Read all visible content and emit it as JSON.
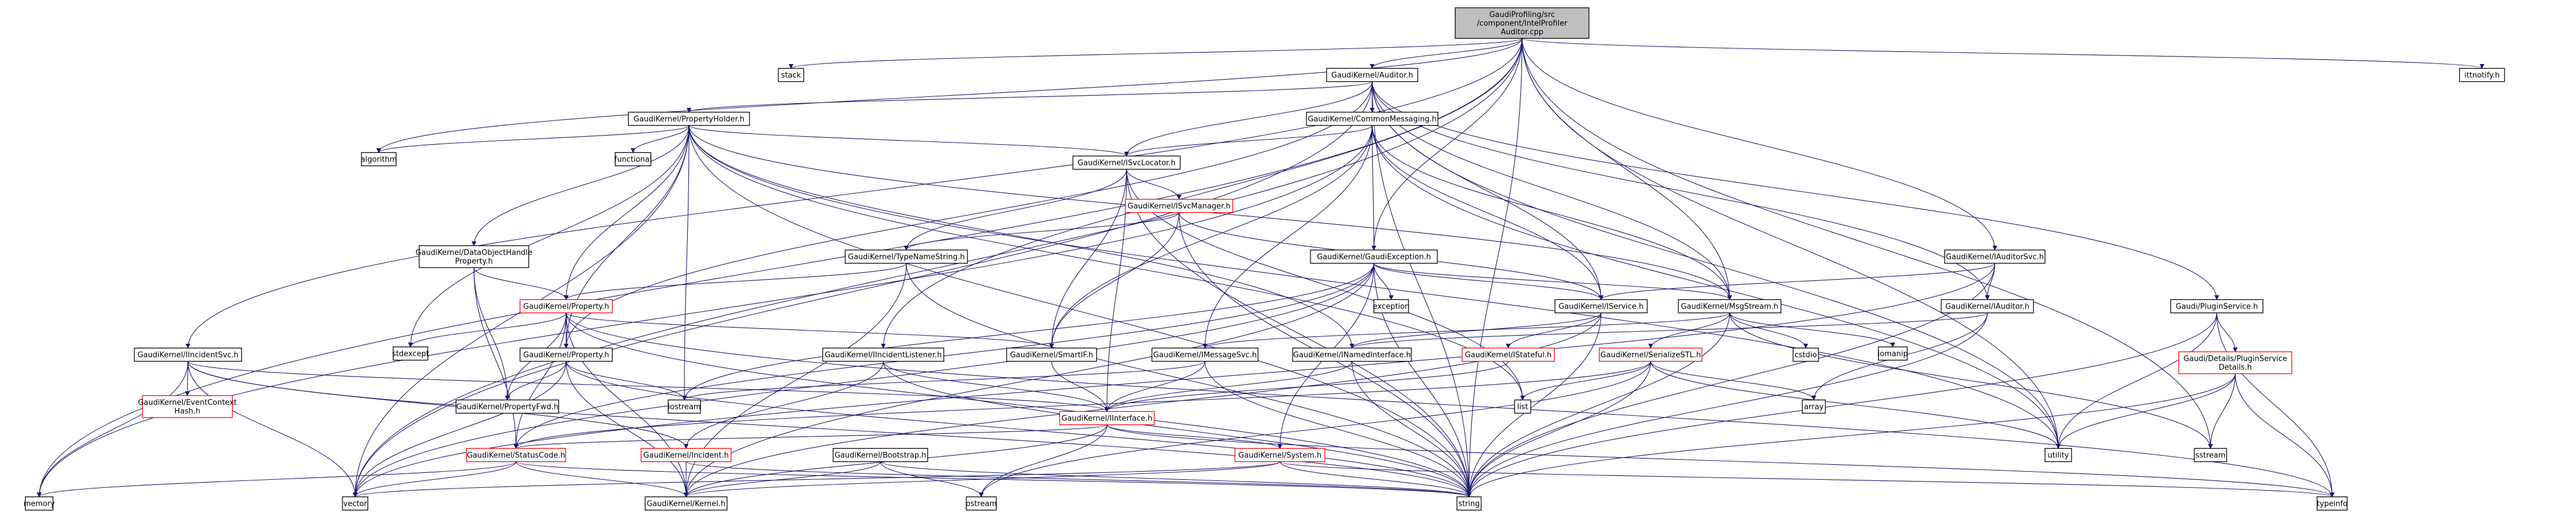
{
  "diagram": {
    "colors": {
      "edge": "#191970",
      "root_fill": "#bfbfbf",
      "truncated_border": "#ff0000",
      "node_border": "#000000"
    },
    "nodes": [
      {
        "id": "root",
        "lines": [
          "GaudiProfiling/src",
          "/component/IntelProfiler",
          "Auditor.cpp"
        ],
        "kind": "root"
      },
      {
        "id": "stack",
        "lines": [
          "stack"
        ]
      },
      {
        "id": "gk_auditor_h",
        "lines": [
          "GaudiKernel/Auditor.h"
        ]
      },
      {
        "id": "ittnotify_h",
        "lines": [
          "ittnotify.h"
        ]
      },
      {
        "id": "gk_propertyholder_h",
        "lines": [
          "GaudiKernel/PropertyHolder.h"
        ]
      },
      {
        "id": "gk_commonmessaging_h",
        "lines": [
          "GaudiKernel/CommonMessaging.h"
        ]
      },
      {
        "id": "algorithm",
        "lines": [
          "algorithm"
        ]
      },
      {
        "id": "functional",
        "lines": [
          "functional"
        ]
      },
      {
        "id": "gk_isvclocator_h",
        "lines": [
          "GaudiKernel/ISvcLocator.h"
        ]
      },
      {
        "id": "gk_isvcmanager_h",
        "lines": [
          "GaudiKernel/ISvcManager.h"
        ],
        "kind": "trunc"
      },
      {
        "id": "gk_dataobjecthandleproperty_h",
        "lines": [
          "GaudiKernel/DataObjectHandle",
          "Property.h"
        ]
      },
      {
        "id": "gk_typenamestring_h",
        "lines": [
          "GaudiKernel/TypeNameString.h"
        ]
      },
      {
        "id": "gk_gaudiexception_h",
        "lines": [
          "GaudiKernel/GaudiException.h"
        ]
      },
      {
        "id": "gk_iauditorsvc_h",
        "lines": [
          "GaudiKernel/IAuditorSvc.h"
        ]
      },
      {
        "id": "gk_property_red_h",
        "lines": [
          "GaudiKernel/Property.h"
        ],
        "kind": "trunc"
      },
      {
        "id": "gk_iservice_h",
        "lines": [
          "GaudiKernel/IService.h"
        ]
      },
      {
        "id": "gk_msgstream_h",
        "lines": [
          "GaudiKernel/MsgStream.h"
        ]
      },
      {
        "id": "gk_iauditor_h",
        "lines": [
          "GaudiKernel/IAuditor.h"
        ]
      },
      {
        "id": "gaudi_pluginservice_h",
        "lines": [
          "Gaudi/PluginService.h"
        ]
      },
      {
        "id": "exception",
        "lines": [
          "exception"
        ]
      },
      {
        "id": "stdexcept",
        "lines": [
          "stdexcept"
        ]
      },
      {
        "id": "gk_iincidentsvc_h",
        "lines": [
          "GaudiKernel/IIncidentSvc.h"
        ]
      },
      {
        "id": "gk_property_h",
        "lines": [
          "GaudiKernel/Property.h"
        ]
      },
      {
        "id": "gk_smartif_h",
        "lines": [
          "GaudiKernel/SmartIF.h"
        ]
      },
      {
        "id": "gk_iincidentlistener_h",
        "lines": [
          "GaudiKernel/IIncidentListener.h"
        ]
      },
      {
        "id": "gk_imessagesvc_h",
        "lines": [
          "GaudiKernel/IMessageSvc.h"
        ]
      },
      {
        "id": "gk_inamedinterface_h",
        "lines": [
          "GaudiKernel/INamedInterface.h"
        ]
      },
      {
        "id": "gk_istateful_h",
        "lines": [
          "GaudiKernel/IStateful.h"
        ],
        "kind": "trunc"
      },
      {
        "id": "gk_serializestl_h",
        "lines": [
          "GaudiKernel/SerializeSTL.h"
        ],
        "kind": "trunc"
      },
      {
        "id": "cstdio",
        "lines": [
          "cstdio"
        ]
      },
      {
        "id": "iomanip",
        "lines": [
          "iomanip"
        ]
      },
      {
        "id": "gaudi_details_pluginservicedetails_h",
        "lines": [
          "Gaudi/Details/PluginService",
          "Details.h"
        ],
        "kind": "trunc"
      },
      {
        "id": "gk_eventcontexthash_h",
        "lines": [
          "GaudiKernel/EventContext",
          "Hash.h"
        ],
        "kind": "trunc"
      },
      {
        "id": "gk_propertyfwd_h",
        "lines": [
          "GaudiKernel/PropertyFwd.h"
        ]
      },
      {
        "id": "iostream",
        "lines": [
          "iostream"
        ]
      },
      {
        "id": "gk_iinterface_h",
        "lines": [
          "GaudiKernel/IInterface.h"
        ],
        "kind": "trunc"
      },
      {
        "id": "list",
        "lines": [
          "list"
        ]
      },
      {
        "id": "array",
        "lines": [
          "array"
        ]
      },
      {
        "id": "utility",
        "lines": [
          "utility"
        ]
      },
      {
        "id": "sstream",
        "lines": [
          "sstream"
        ]
      },
      {
        "id": "gk_statuscode_h",
        "lines": [
          "GaudiKernel/StatusCode.h"
        ],
        "kind": "trunc"
      },
      {
        "id": "gk_incident_h",
        "lines": [
          "GaudiKernel/Incident.h"
        ],
        "kind": "trunc"
      },
      {
        "id": "gk_bootstrap_h",
        "lines": [
          "GaudiKernel/Bootstrap.h"
        ]
      },
      {
        "id": "gk_system_h",
        "lines": [
          "GaudiKernel/System.h"
        ],
        "kind": "trunc"
      },
      {
        "id": "memory",
        "lines": [
          "memory"
        ]
      },
      {
        "id": "vector",
        "lines": [
          "vector"
        ]
      },
      {
        "id": "gk_kernel_h",
        "lines": [
          "GaudiKernel/Kernel.h"
        ]
      },
      {
        "id": "ostream",
        "lines": [
          "ostream"
        ]
      },
      {
        "id": "string",
        "lines": [
          "string"
        ]
      },
      {
        "id": "typeinfo",
        "lines": [
          "typeinfo"
        ]
      }
    ],
    "edges": [
      [
        "root",
        "stack"
      ],
      [
        "root",
        "gk_auditor_h"
      ],
      [
        "root",
        "ittnotify_h"
      ],
      [
        "root",
        "algorithm"
      ],
      [
        "root",
        "gk_gaudiexception_h"
      ],
      [
        "root",
        "gk_iauditorsvc_h"
      ],
      [
        "root",
        "gk_msgstream_h"
      ],
      [
        "root",
        "gk_iincidentsvc_h"
      ],
      [
        "root",
        "gk_iincidentlistener_h"
      ],
      [
        "root",
        "memory"
      ],
      [
        "root",
        "vector"
      ],
      [
        "root",
        "string"
      ],
      [
        "root",
        "utility"
      ],
      [
        "root",
        "sstream"
      ],
      [
        "gk_auditor_h",
        "gk_propertyholder_h"
      ],
      [
        "gk_auditor_h",
        "gk_commonmessaging_h"
      ],
      [
        "gk_auditor_h",
        "gk_isvclocator_h"
      ],
      [
        "gk_auditor_h",
        "gk_iservice_h"
      ],
      [
        "gk_auditor_h",
        "gk_msgstream_h"
      ],
      [
        "gk_auditor_h",
        "gk_iauditor_h"
      ],
      [
        "gk_auditor_h",
        "gaudi_pluginservice_h"
      ],
      [
        "gk_auditor_h",
        "gk_property_h"
      ],
      [
        "gk_auditor_h",
        "string"
      ],
      [
        "gk_auditor_h",
        "vector"
      ],
      [
        "gk_auditor_h",
        "utility"
      ],
      [
        "gk_propertyholder_h",
        "algorithm"
      ],
      [
        "gk_propertyholder_h",
        "functional"
      ],
      [
        "gk_propertyholder_h",
        "gk_isvclocator_h"
      ],
      [
        "gk_propertyholder_h",
        "gk_dataobjecthandleproperty_h"
      ],
      [
        "gk_propertyholder_h",
        "gk_property_red_h"
      ],
      [
        "gk_propertyholder_h",
        "gk_property_h"
      ],
      [
        "gk_propertyholder_h",
        "stdexcept"
      ],
      [
        "gk_propertyholder_h",
        "iostream"
      ],
      [
        "gk_propertyholder_h",
        "gk_inamedinterface_h"
      ],
      [
        "gk_propertyholder_h",
        "string"
      ],
      [
        "gk_propertyholder_h",
        "vector"
      ],
      [
        "gk_propertyholder_h",
        "utility"
      ],
      [
        "gk_propertyholder_h",
        "gk_msgstream_h"
      ],
      [
        "gk_propertyholder_h",
        "list"
      ],
      [
        "gk_commonmessaging_h",
        "gk_isvclocator_h"
      ],
      [
        "gk_commonmessaging_h",
        "gk_gaudiexception_h"
      ],
      [
        "gk_commonmessaging_h",
        "gk_iservice_h"
      ],
      [
        "gk_commonmessaging_h",
        "gk_msgstream_h"
      ],
      [
        "gk_commonmessaging_h",
        "gk_imessagesvc_h"
      ],
      [
        "gk_commonmessaging_h",
        "gk_smartif_h"
      ],
      [
        "gk_commonmessaging_h",
        "utility"
      ],
      [
        "gk_commonmessaging_h",
        "memory"
      ],
      [
        "gk_isvclocator_h",
        "gk_isvcmanager_h"
      ],
      [
        "gk_isvclocator_h",
        "gk_typenamestring_h"
      ],
      [
        "gk_isvclocator_h",
        "gk_smartif_h"
      ],
      [
        "gk_isvclocator_h",
        "gk_iinterface_h"
      ],
      [
        "gk_isvclocator_h",
        "list"
      ],
      [
        "gk_isvclocator_h",
        "string"
      ],
      [
        "gk_isvcmanager_h",
        "gk_smartif_h"
      ],
      [
        "gk_isvcmanager_h",
        "gk_iservice_h"
      ],
      [
        "gk_isvcmanager_h",
        "string"
      ],
      [
        "gk_isvcmanager_h",
        "gk_typenamestring_h"
      ],
      [
        "gk_dataobjecthandleproperty_h",
        "gk_property_red_h"
      ],
      [
        "gk_dataobjecthandleproperty_h",
        "gk_propertyfwd_h"
      ],
      [
        "gk_dataobjecthandleproperty_h",
        "gk_statuscode_h"
      ],
      [
        "gk_typenamestring_h",
        "gk_property_red_h"
      ],
      [
        "gk_typenamestring_h",
        "gk_kernel_h"
      ],
      [
        "gk_typenamestring_h",
        "string"
      ],
      [
        "gk_gaudiexception_h",
        "exception"
      ],
      [
        "gk_gaudiexception_h",
        "gk_iservice_h"
      ],
      [
        "gk_gaudiexception_h",
        "gk_msgstream_h"
      ],
      [
        "gk_gaudiexception_h",
        "gk_system_h"
      ],
      [
        "gk_gaudiexception_h",
        "gk_kernel_h"
      ],
      [
        "gk_gaudiexception_h",
        "gk_statuscode_h"
      ],
      [
        "gk_gaudiexception_h",
        "iostream"
      ],
      [
        "gk_gaudiexception_h",
        "string"
      ],
      [
        "gk_gaudiexception_h",
        "vector"
      ],
      [
        "gk_iauditorsvc_h",
        "gk_iservice_h"
      ],
      [
        "gk_iauditorsvc_h",
        "gk_iauditor_h"
      ],
      [
        "gk_iauditorsvc_h",
        "string"
      ],
      [
        "gk_iauditorsvc_h",
        "vector"
      ],
      [
        "gk_property_red_h",
        "stdexcept"
      ],
      [
        "gk_property_red_h",
        "gk_property_h"
      ],
      [
        "gk_property_red_h",
        "gk_propertyfwd_h"
      ],
      [
        "gk_property_red_h",
        "gk_smartif_h"
      ],
      [
        "gk_property_red_h",
        "string"
      ],
      [
        "gk_property_red_h",
        "typeinfo"
      ],
      [
        "gk_property_red_h",
        "gk_kernel_h"
      ],
      [
        "gk_property_red_h",
        "gk_statuscode_h"
      ],
      [
        "gk_iservice_h",
        "gk_inamedinterface_h"
      ],
      [
        "gk_iservice_h",
        "gk_istateful_h"
      ],
      [
        "gk_iservice_h",
        "gk_kernel_h"
      ],
      [
        "gk_iservice_h",
        "string"
      ],
      [
        "gk_msgstream_h",
        "gk_imessagesvc_h"
      ],
      [
        "gk_msgstream_h",
        "gk_serializestl_h"
      ],
      [
        "gk_msgstream_h",
        "cstdio"
      ],
      [
        "gk_msgstream_h",
        "iomanip"
      ],
      [
        "gk_msgstream_h",
        "sstream"
      ],
      [
        "gk_msgstream_h",
        "string"
      ],
      [
        "gk_iauditor_h",
        "gk_inamedinterface_h"
      ],
      [
        "gk_iauditor_h",
        "array"
      ],
      [
        "gk_iauditor_h",
        "string"
      ],
      [
        "gaudi_pluginservice_h",
        "gaudi_details_pluginservicedetails_h"
      ],
      [
        "gaudi_pluginservice_h",
        "typeinfo"
      ],
      [
        "gaudi_pluginservice_h",
        "string"
      ],
      [
        "gaudi_pluginservice_h",
        "utility"
      ],
      [
        "gk_iincidentsvc_h",
        "gk_eventcontexthash_h"
      ],
      [
        "gk_iincidentsvc_h",
        "gk_iinterface_h"
      ],
      [
        "gk_iincidentsvc_h",
        "gk_incident_h"
      ],
      [
        "gk_iincidentsvc_h",
        "memory"
      ],
      [
        "gk_iincidentsvc_h",
        "string"
      ],
      [
        "gk_iincidentsvc_h",
        "vector"
      ],
      [
        "gk_property_h",
        "gk_propertyfwd_h"
      ],
      [
        "gk_property_h",
        "gk_kernel_h"
      ],
      [
        "gk_property_h",
        "iostream"
      ],
      [
        "gk_property_h",
        "string"
      ],
      [
        "gk_property_h",
        "vector"
      ],
      [
        "gk_smartif_h",
        "gk_iinterface_h"
      ],
      [
        "gk_iincidentlistener_h",
        "gk_iinterface_h"
      ],
      [
        "gk_iincidentlistener_h",
        "gk_incident_h"
      ],
      [
        "gk_iincidentlistener_h",
        "string"
      ],
      [
        "gk_imessagesvc_h",
        "gk_iinterface_h"
      ],
      [
        "gk_imessagesvc_h",
        "iostream"
      ],
      [
        "gk_imessagesvc_h",
        "string"
      ],
      [
        "gk_inamedinterface_h",
        "gk_iinterface_h"
      ],
      [
        "gk_inamedinterface_h",
        "string"
      ],
      [
        "gk_istateful_h",
        "gk_iinterface_h"
      ],
      [
        "gk_serializestl_h",
        "gk_statuscode_h"
      ],
      [
        "gk_serializestl_h",
        "array"
      ],
      [
        "gk_serializestl_h",
        "list"
      ],
      [
        "gk_serializestl_h",
        "ostream"
      ],
      [
        "gk_serializestl_h",
        "utility"
      ],
      [
        "gk_serializestl_h",
        "string"
      ],
      [
        "gaudi_details_pluginservicedetails_h",
        "utility"
      ],
      [
        "gaudi_details_pluginservicedetails_h",
        "sstream"
      ],
      [
        "gaudi_details_pluginservicedetails_h",
        "string"
      ],
      [
        "gaudi_details_pluginservicedetails_h",
        "typeinfo"
      ],
      [
        "gk_iinterface_h",
        "gk_kernel_h"
      ],
      [
        "gk_iinterface_h",
        "gk_statuscode_h"
      ],
      [
        "gk_iinterface_h",
        "gk_system_h"
      ],
      [
        "gk_iinterface_h",
        "ostream"
      ],
      [
        "gk_iinterface_h",
        "typeinfo"
      ],
      [
        "gk_statuscode_h",
        "gk_kernel_h"
      ],
      [
        "gk_statuscode_h",
        "memory"
      ],
      [
        "gk_statuscode_h",
        "vector"
      ],
      [
        "gk_statuscode_h",
        "string"
      ],
      [
        "gk_incident_h",
        "gk_kernel_h"
      ],
      [
        "gk_incident_h",
        "string"
      ],
      [
        "gk_bootstrap_h",
        "gk_kernel_h"
      ],
      [
        "gk_bootstrap_h",
        "string"
      ],
      [
        "gk_bootstrap_h",
        "ostream"
      ],
      [
        "gk_system_h",
        "gk_kernel_h"
      ],
      [
        "gk_system_h",
        "string"
      ],
      [
        "gk_system_h",
        "vector"
      ],
      [
        "gk_system_h",
        "typeinfo"
      ]
    ]
  }
}
